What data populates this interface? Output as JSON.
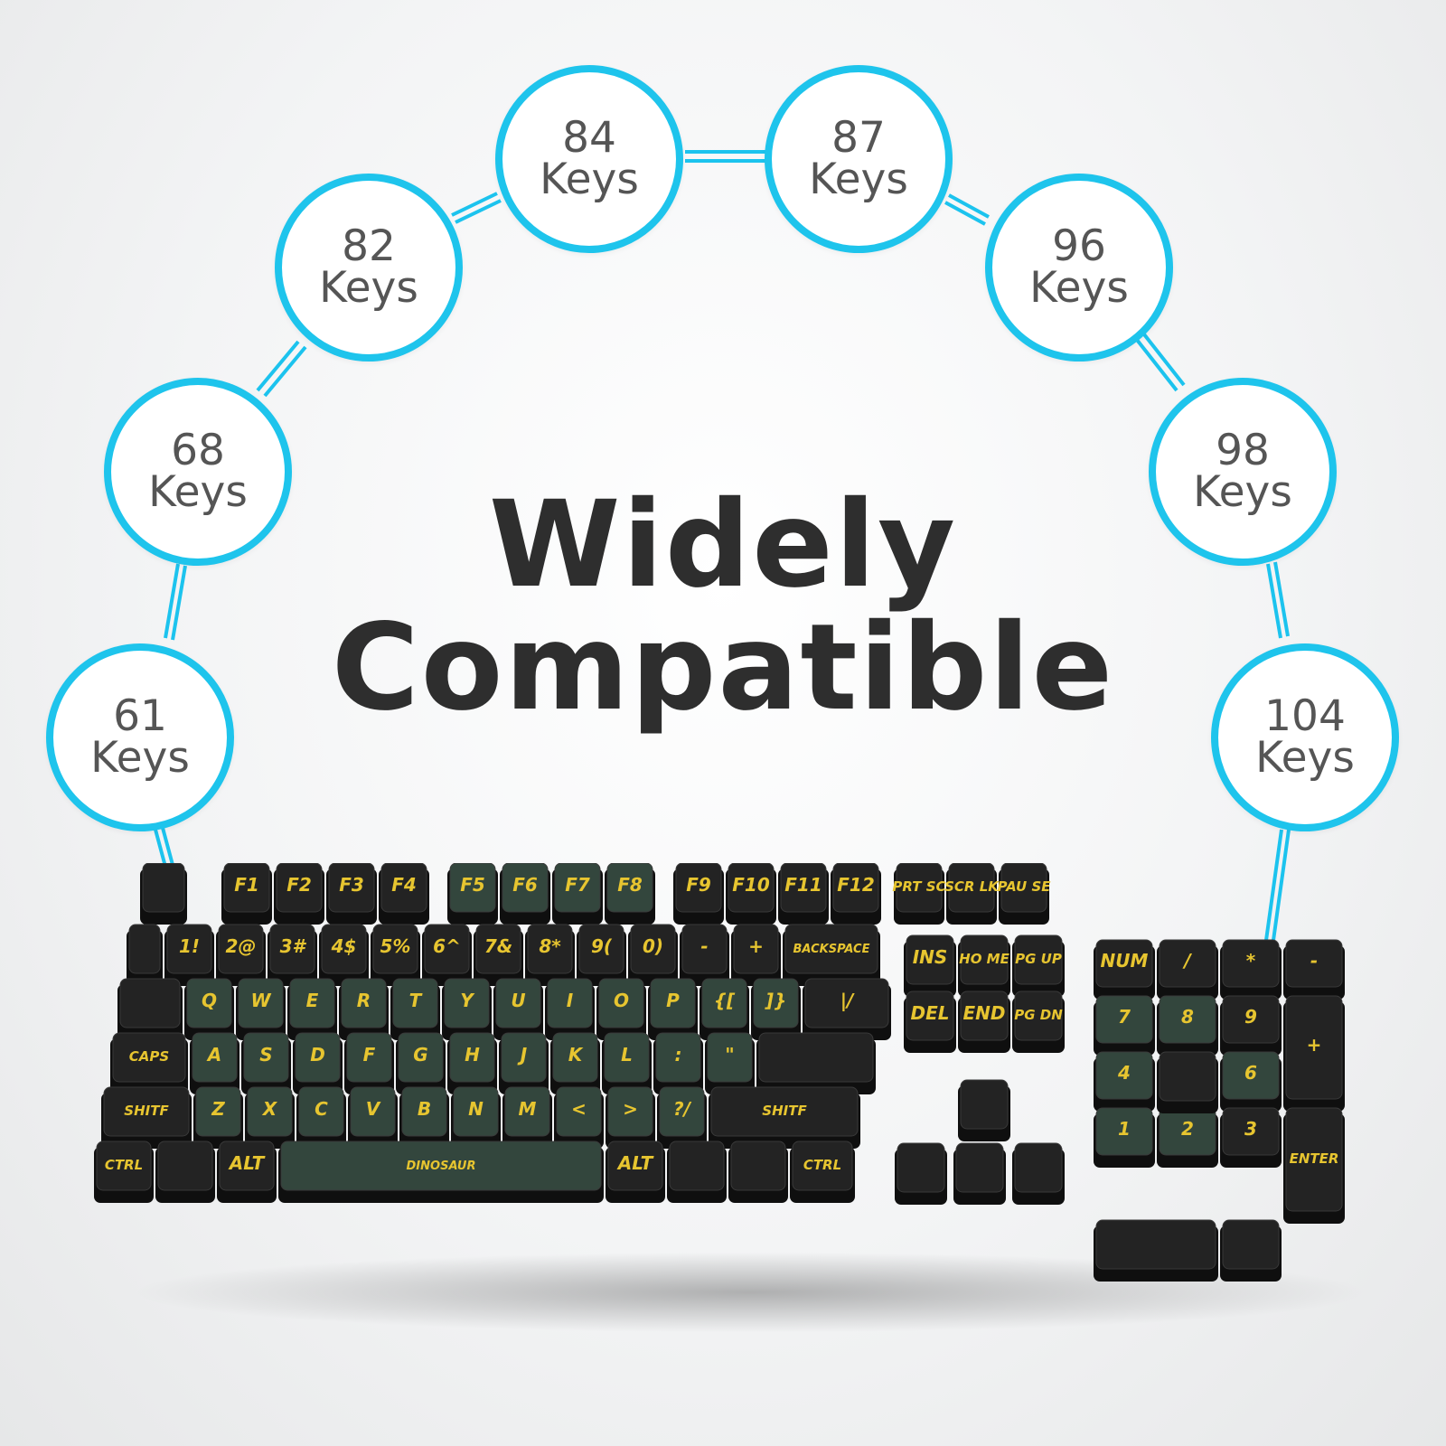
{
  "headline": {
    "line1": "Widely",
    "line2": "Compatible"
  },
  "layouts": [
    {
      "count": "61",
      "unit": "Keys"
    },
    {
      "count": "68",
      "unit": "Keys"
    },
    {
      "count": "82",
      "unit": "Keys"
    },
    {
      "count": "84",
      "unit": "Keys"
    },
    {
      "count": "87",
      "unit": "Keys"
    },
    {
      "count": "96",
      "unit": "Keys"
    },
    {
      "count": "98",
      "unit": "Keys"
    },
    {
      "count": "104",
      "unit": "Keys"
    }
  ],
  "colors": {
    "ring": "#1ec4ec",
    "headline": "#2e2e2e",
    "keycap_dark": "#232323",
    "keycap_green": "#33463d",
    "legend": "#e7c530"
  },
  "keycaps": {
    "fn_row": [
      "F1",
      "F2",
      "F3",
      "F4",
      "F5",
      "F6",
      "F7",
      "F8",
      "F9",
      "F10",
      "F11",
      "F12",
      "PRT SC",
      "SCR LK",
      "PAU SE"
    ],
    "num_row": [
      "1!",
      "2@",
      "3#",
      "4$",
      "5%",
      "6^",
      "7&",
      "8*",
      "9(",
      "0)",
      "-",
      "+",
      "BACKSPACE"
    ],
    "top_row": [
      "Q",
      "W",
      "E",
      "R",
      "T",
      "Y",
      "U",
      "I",
      "O",
      "P",
      "{[",
      "]}",
      "|/"
    ],
    "home_row": [
      "CAPS",
      "A",
      "S",
      "D",
      "F",
      "G",
      "H",
      "J",
      "K",
      "L",
      ":",
      "\""
    ],
    "bottom_row": [
      "SHITF",
      "Z",
      "X",
      "C",
      "V",
      "B",
      "N",
      "M",
      "<",
      ">",
      "?/",
      "SHITF"
    ],
    "space_row": [
      "CTRL",
      "ALT",
      "DINOSAUR",
      "ALT",
      "CTRL"
    ],
    "nav": [
      "INS",
      "HO ME",
      "PG UP",
      "DEL",
      "END",
      "PG DN"
    ],
    "numpad": [
      "NUM",
      "/",
      "*",
      "-",
      "7",
      "8",
      "9",
      "+",
      "4",
      "6",
      "1",
      "2",
      "3",
      "ENTER"
    ]
  }
}
